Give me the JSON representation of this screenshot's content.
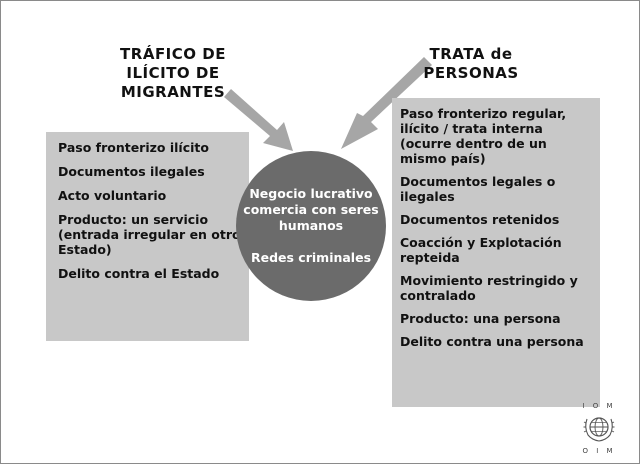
{
  "titles": {
    "left": [
      "TRÁFICO DE",
      "ILÍCITO DE",
      "MIGRANTES"
    ],
    "right": [
      "TRATA de",
      "PERSONAS"
    ]
  },
  "left_box": {
    "items": [
      "Paso fronterizo ilícito",
      "Documentos ilegales",
      "Acto voluntario",
      "Producto: un servicio (entrada irregular en otro Estado)",
      "Delito contra el Estado"
    ]
  },
  "right_box": {
    "items": [
      "Paso fronterizo regular, ilícito / trata interna (ocurre dentro de un mismo país)",
      "Documentos legales o ilegales",
      "Documentos retenidos",
      "Coacción y Explotación repteida",
      "Movimiento restringido y contralado",
      "Producto: una persona",
      "Delito contra una persona"
    ]
  },
  "center": {
    "lucrative": "Negocio lucrativo comercia con seres humanos",
    "criminal": "Redes criminales"
  },
  "logo": {
    "top": "I O M",
    "bottom": "O I M",
    "icon": "globe-laurel-icon"
  },
  "colors": {
    "box": "#c8c8c8",
    "circle": "#6b6b6b",
    "arrow": "#a6a6a6"
  }
}
